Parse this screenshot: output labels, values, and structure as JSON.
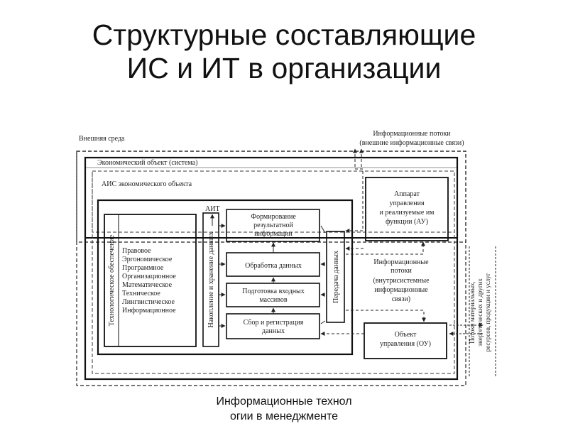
{
  "title": {
    "line1": "Структурные составляющие",
    "line2": "ИС и ИТ в организации"
  },
  "diagram": {
    "external_env": "Внешняя среда",
    "info_flows_external": [
      "Информационные потоки",
      "(внешние информационные связи)"
    ],
    "economic_object": "Экономический объект (система)",
    "ais": "АИС экономического объекта",
    "ait": "АИТ",
    "support_vertical": "Технологическое обеспечение",
    "support_items": [
      "Правовое",
      "Эргономическое",
      "Программное",
      "Организационное",
      "Математическое",
      "Техническое",
      "Лингвистическое",
      "Информационное"
    ],
    "storage_vertical": "Накопление и хранение данных",
    "transfer_vertical": "Передача данных",
    "form_results": [
      "Формирование",
      "результатной",
      "информации"
    ],
    "processing": "Обработка данных",
    "prep_input": [
      "Подготовка входных",
      "массивов"
    ],
    "collection": [
      "Сбор и регистрация",
      "данных"
    ],
    "management_apparatus": [
      "Аппарат",
      "управления",
      "и реализуемые им",
      "функции (АУ)"
    ],
    "info_flows_internal": [
      "Информационные",
      "потоки",
      "(внутрисистемные",
      "информационные",
      "связи)"
    ],
    "managed_object": [
      "Объект",
      "управления (ОУ)"
    ],
    "resource_flows": [
      "Потоки материальных,",
      "энергетических и других",
      "ресурсов, продукции и услуг"
    ]
  },
  "caption": {
    "line1": "Информационные технол",
    "line2": "огии в менеджменте"
  }
}
